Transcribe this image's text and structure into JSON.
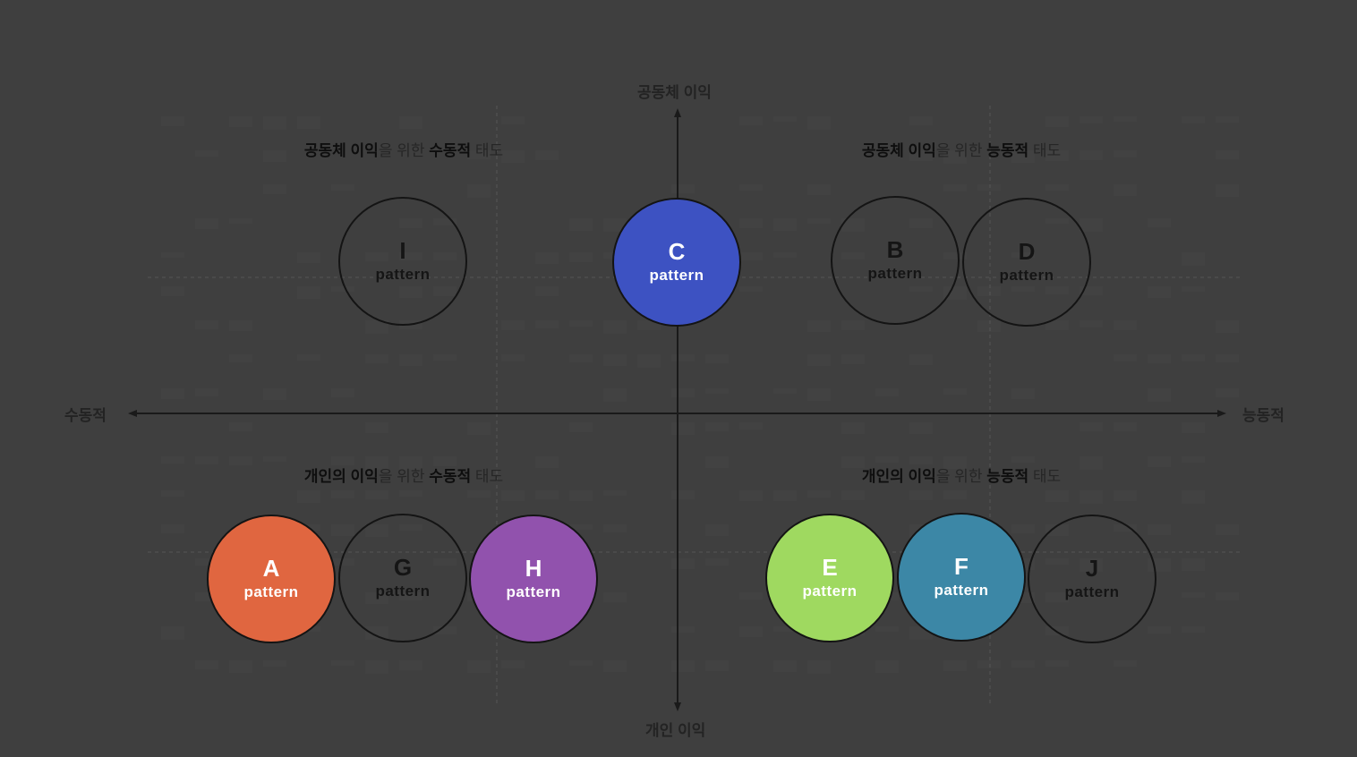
{
  "axes": {
    "top": "공동체 이익",
    "bottom": "개인 이익",
    "left": "수동적",
    "right": "능동적"
  },
  "quadrants": {
    "top_left": {
      "b1": "공동체 이익",
      "n1": "을 위한 ",
      "b2": "수동적",
      "n2": " 태도"
    },
    "top_right": {
      "b1": "공동체 이익",
      "n1": "을 위한 ",
      "b2": "능동적",
      "n2": " 태도"
    },
    "bottom_left": {
      "b1": "개인의 이익",
      "n1": "을 위한 ",
      "b2": "수동적",
      "n2": " 태도"
    },
    "bottom_right": {
      "b1": "개인의 이익",
      "n1": "을 위한 ",
      "b2": "능동적",
      "n2": " 태도"
    }
  },
  "patterns": {
    "I": {
      "letter": "I",
      "word": "pattern",
      "color": ""
    },
    "C": {
      "letter": "C",
      "word": "pattern",
      "color": "#3d52c2"
    },
    "B": {
      "letter": "B",
      "word": "pattern",
      "color": ""
    },
    "D": {
      "letter": "D",
      "word": "pattern",
      "color": ""
    },
    "A": {
      "letter": "A",
      "word": "pattern",
      "color": "#e06640"
    },
    "G": {
      "letter": "G",
      "word": "pattern",
      "color": ""
    },
    "H": {
      "letter": "H",
      "word": "pattern",
      "color": "#9152ad"
    },
    "E": {
      "letter": "E",
      "word": "pattern",
      "color": "#9fd960"
    },
    "F": {
      "letter": "F",
      "word": "pattern",
      "color": "#3c87a6"
    },
    "J": {
      "letter": "J",
      "word": "pattern",
      "color": ""
    }
  }
}
